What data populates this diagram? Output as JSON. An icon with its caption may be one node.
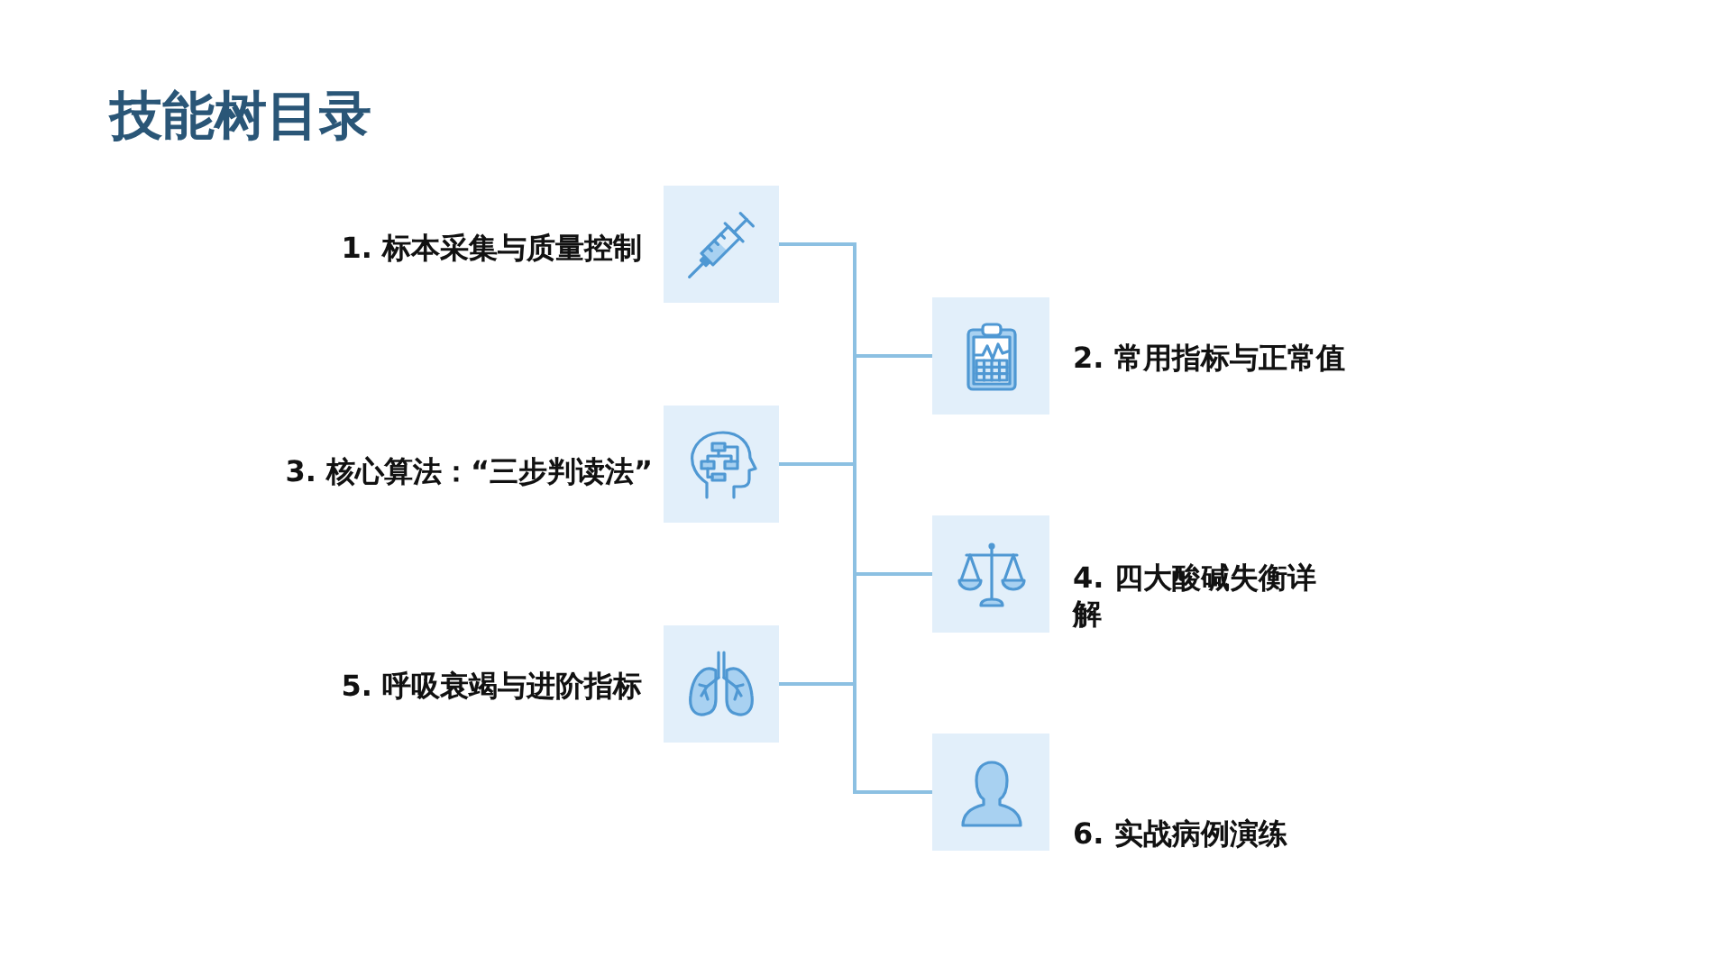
{
  "diagram": {
    "title": "技能树目录",
    "nodes": [
      {
        "text": [],
        "shape": "picture",
        "beside": [
          "1. 标本采集与质量控制"
        ]
      },
      {
        "text": [],
        "shape": "picture",
        "beside": [
          "2. 常用指标与正常值"
        ]
      },
      {
        "text": [],
        "shape": "picture",
        "beside": [
          "3. 核心算法：“三步判读法”"
        ]
      },
      {
        "text": [],
        "shape": "picture",
        "beside": [
          "4. 四大酸碱失衡详解"
        ]
      },
      {
        "text": [],
        "shape": "picture",
        "beside": [
          "5. 呼吸衰竭与进阶指标"
        ]
      },
      {
        "text": [],
        "shape": "picture",
        "beside": [
          "6. 实战病例演练"
        ]
      }
    ],
    "edges": [
      {
        "from": 0,
        "to": 1,
        "arrow": "none"
      },
      {
        "from": 1,
        "to": 2,
        "arrow": "none"
      },
      {
        "from": 2,
        "to": 3,
        "arrow": "none"
      },
      {
        "from": 3,
        "to": 4,
        "arrow": "none"
      },
      {
        "from": 4,
        "to": 5,
        "arrow": "none"
      }
    ]
  }
}
